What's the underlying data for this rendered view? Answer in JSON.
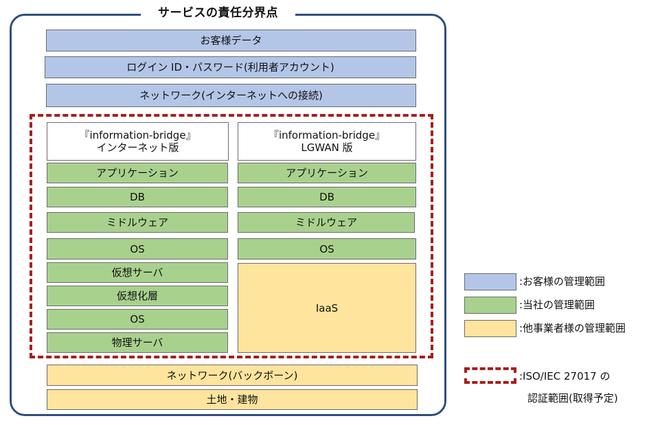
{
  "diagram": {
    "title": "サービスの責任分界点",
    "customer_layers": {
      "data": "お客様データ",
      "login": "ログイン ID・パスワード(利用者アカウント)",
      "network": "ネットワーク(インターネットへの接続)"
    },
    "internet_column": {
      "title_line1": "『information-bridge』",
      "title_line2": "インターネット版",
      "layers": [
        "アプリケーション",
        "DB",
        "ミドルウェア",
        "OS",
        "仮想サーバ",
        "仮想化層",
        "OS",
        "物理サーバ"
      ]
    },
    "lgwan_column": {
      "title_line1": "『information-bridge』",
      "title_line2": "LGWAN 版",
      "layers": [
        "アプリケーション",
        "DB",
        "ミドルウェア",
        "OS"
      ],
      "iaas": "IaaS"
    },
    "bottom_layers": {
      "network": "ネットワーク(バックボーン)",
      "land": "土地・建物"
    }
  },
  "legend": {
    "customer": ":お客様の管理範囲",
    "company": ":当社の管理範囲",
    "other": ":他事業者様の管理範囲",
    "iso_line1": ":ISO/IEC 27017 の",
    "iso_line2": "認証範囲(取得予定)"
  },
  "colors": {
    "customer": "#b4c6e7",
    "company": "#a9d18e",
    "other": "#ffe49e",
    "frame": "#2e4f7f",
    "certification_dash": "#a81d1d"
  }
}
